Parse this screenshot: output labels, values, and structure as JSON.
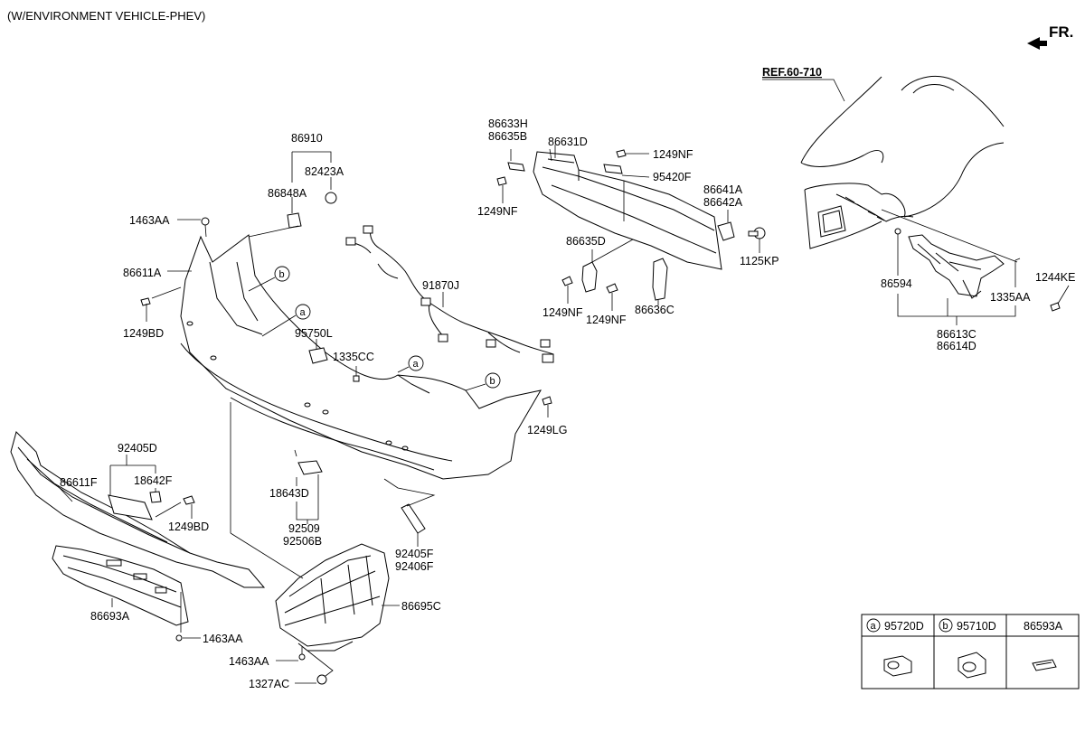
{
  "header": {
    "title": "(W/ENVIRONMENT VEHICLE-PHEV)"
  },
  "direction": {
    "label": "FR."
  },
  "reference": {
    "label": "REF.60-710"
  },
  "callouts": {
    "a": "a",
    "b": "b"
  },
  "labels": {
    "l86910": "86910",
    "l82423A": "82423A",
    "l86848A": "86848A",
    "l1463AA_top": "1463AA",
    "l86611A": "86611A",
    "l1249BD_left": "1249BD",
    "l95750L": "95750L",
    "l1335CC": "1335CC",
    "l1249LG": "1249LG",
    "l91870J": "91870J",
    "l86633H": "86633H",
    "l86635B": "86635B",
    "l86631D": "86631D",
    "l1249NF_top": "1249NF",
    "l95420F": "95420F",
    "l1249NF_left": "1249NF",
    "l86641A": "86641A",
    "l86642A": "86642A",
    "l1125KP": "1125KP",
    "l86635D": "86635D",
    "l1249NF_mid1": "1249NF",
    "l1249NF_mid2": "1249NF",
    "l86636C": "86636C",
    "l86594": "86594",
    "l1244KE": "1244KE",
    "l1335AA": "1335AA",
    "l86613C": "86613C",
    "l86614D": "86614D",
    "l92405D": "92405D",
    "l18642F": "18642F",
    "l86611F": "86611F",
    "l1249BD_low": "1249BD",
    "l18643D": "18643D",
    "l92509": "92509",
    "l92506B": "92506B",
    "l92405F": "92405F",
    "l92406F": "92406F",
    "l86693A": "86693A",
    "l1463AA_low": "1463AA",
    "l86695C": "86695C",
    "l1463AA_bottom": "1463AA",
    "l1327AC": "1327AC"
  },
  "legend_table": {
    "col1": {
      "callout": "a",
      "part": "95720D"
    },
    "col2": {
      "callout": "b",
      "part": "95710D"
    },
    "col3": {
      "part": "86593A"
    }
  }
}
